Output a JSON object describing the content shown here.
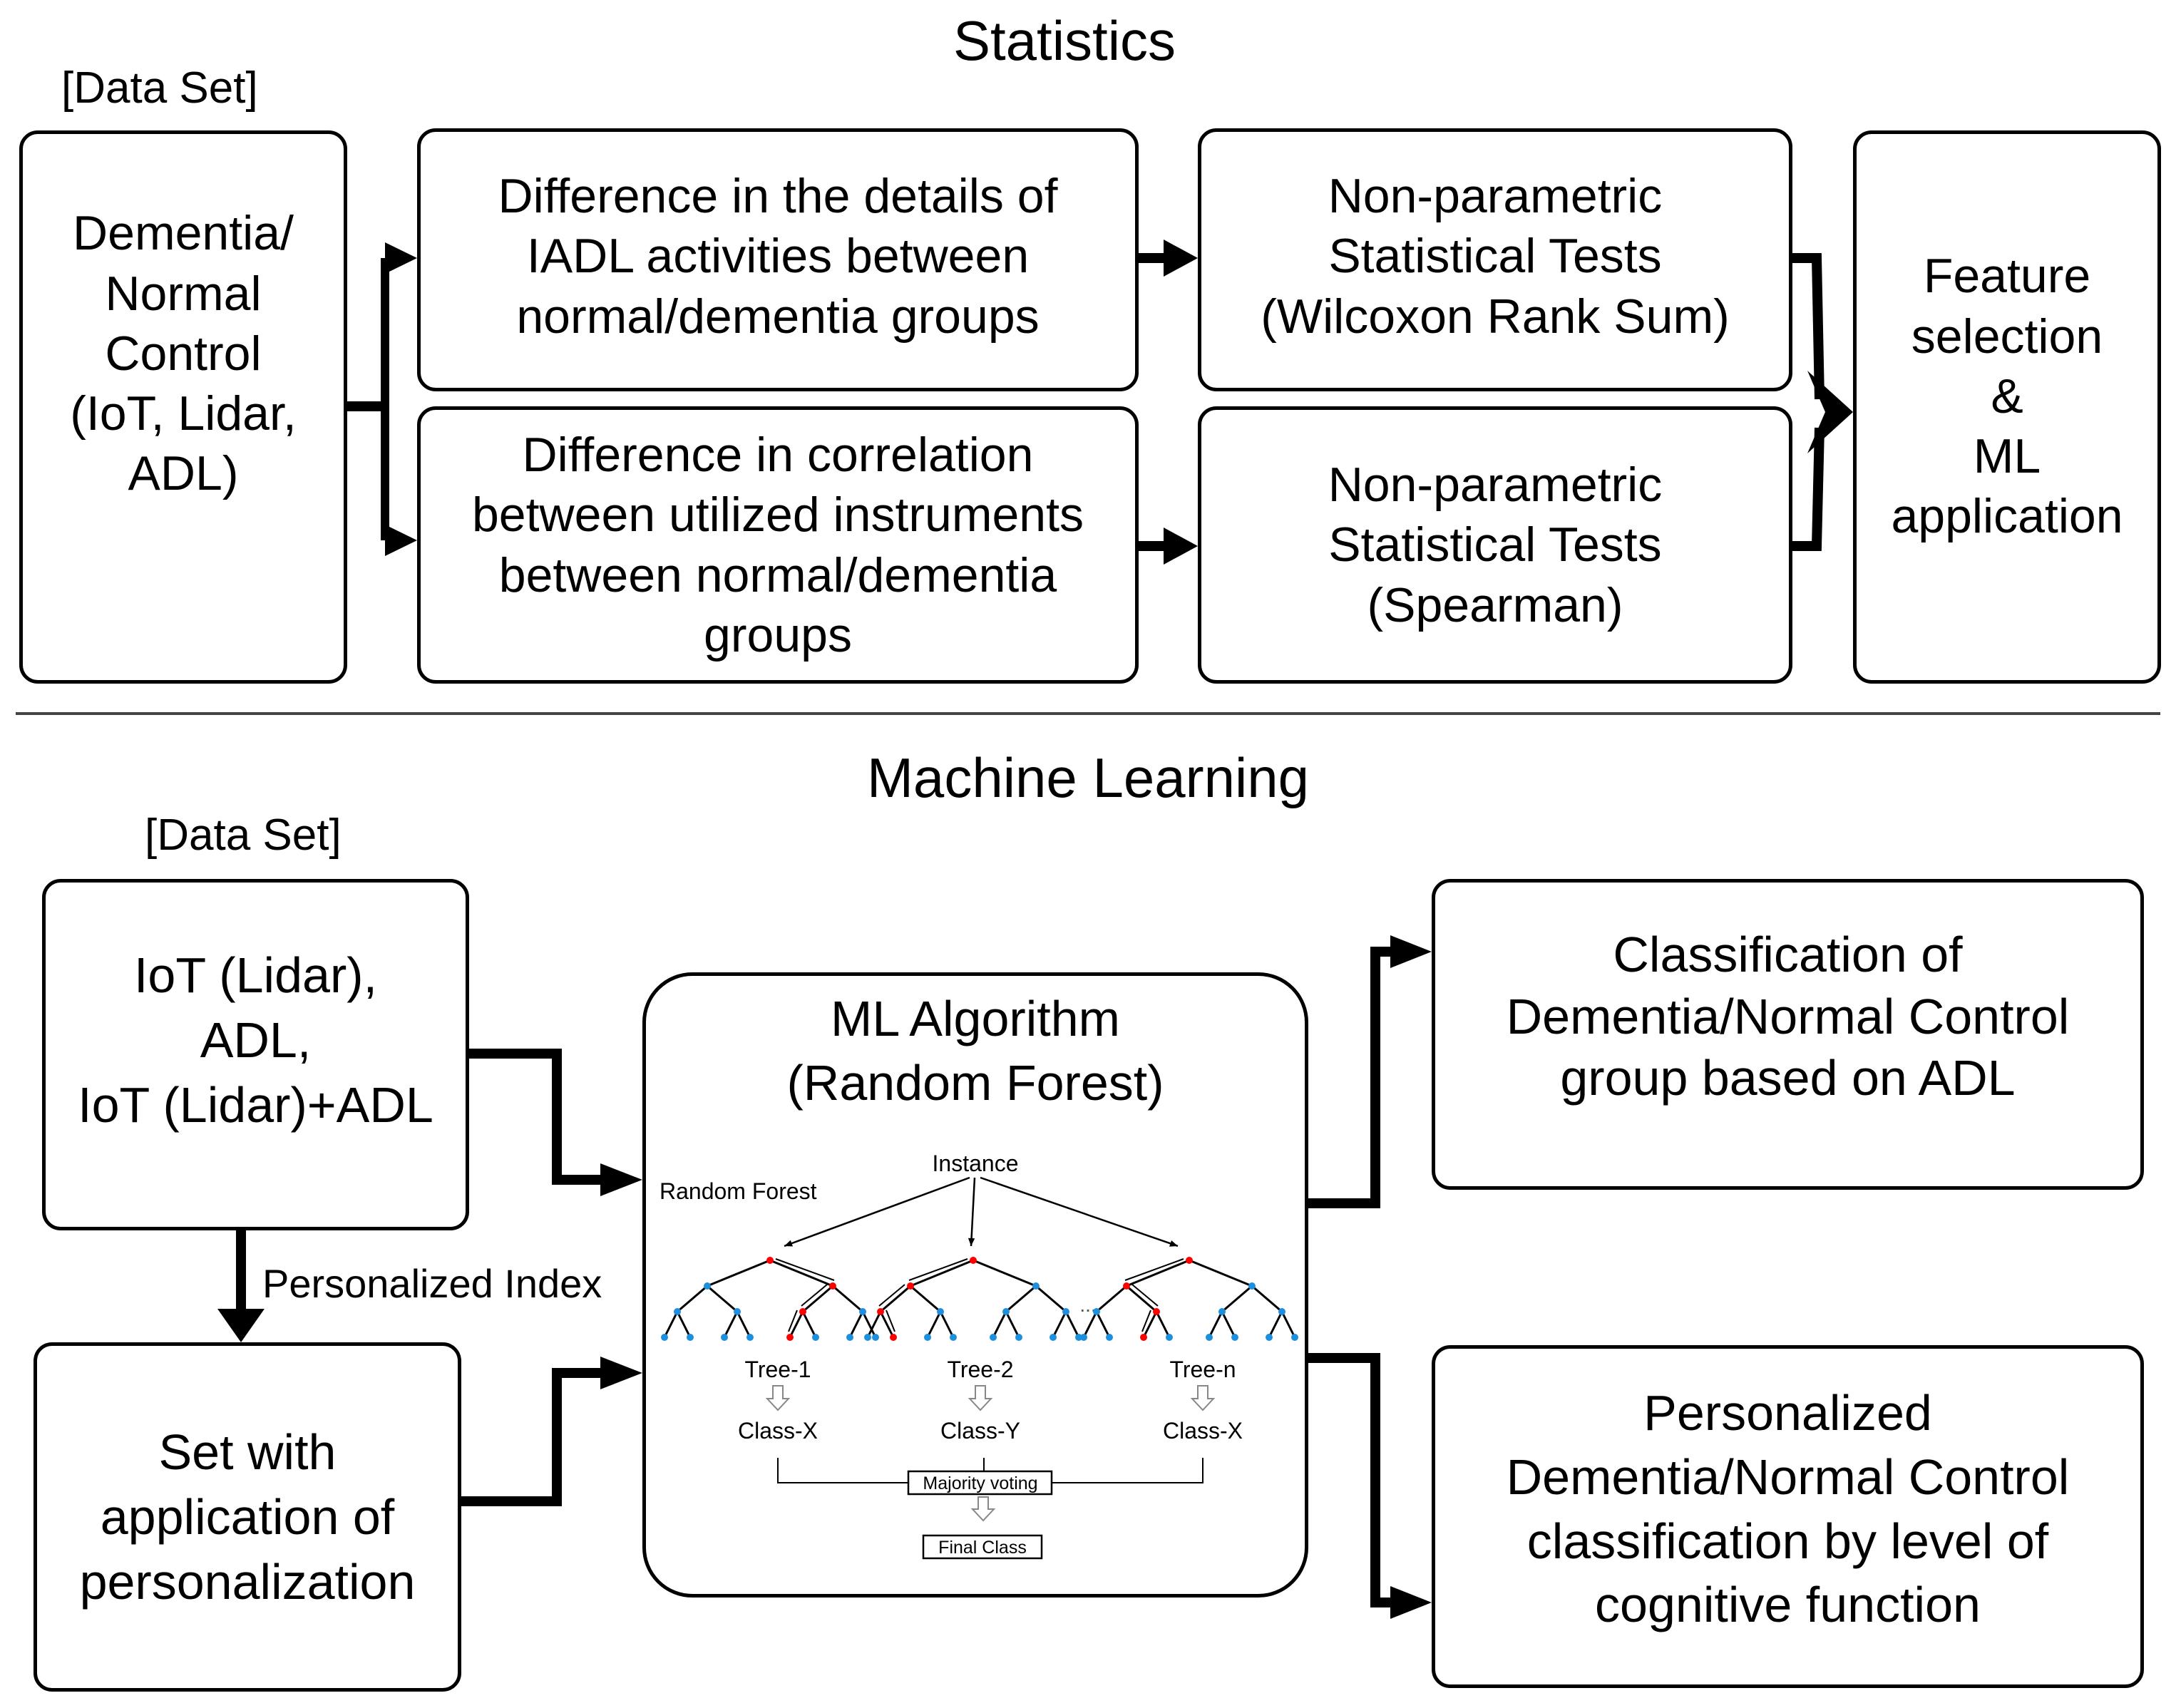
{
  "statistics": {
    "title": "Statistics",
    "dataset_label": "[Data Set]",
    "source_box": "Dementia/\nNormal\nControl\n(IoT, Lidar,\nADL)",
    "analysis_boxes": [
      "Difference in the details of\nIADL activities between\nnormal/dementia groups",
      "Difference in correlation\nbetween utilized instruments\nbetween normal/dementia\ngroups"
    ],
    "test_boxes": [
      "Non-parametric\nStatistical Tests\n(Wilcoxon Rank Sum)",
      "Non-parametric\nStatistical Tests\n(Spearman)"
    ],
    "output_box": "Feature\nselection\n&\nML\napplication"
  },
  "machine_learning": {
    "title": "Machine Learning",
    "dataset_label": "[Data Set]",
    "input_box": "IoT (Lidar),\nADL,\nIoT (Lidar)+ADL",
    "edge_label": "Personalized Index",
    "personalized_box": "Set with\napplication of\npersonalization",
    "algorithm_box": {
      "title": "ML Algorithm\n(Random Forest)",
      "inset": {
        "heading": "Random Forest",
        "instance": "Instance",
        "ellipsis": "...",
        "trees": [
          {
            "name": "Tree-1",
            "class": "Class-X"
          },
          {
            "name": "Tree-2",
            "class": "Class-Y"
          },
          {
            "name": "Tree-n",
            "class": "Class-X"
          }
        ],
        "voting": "Majority voting",
        "final": "Final Class",
        "colors": {
          "active_node": "#ff0000",
          "inactive_node": "#1e8fdc",
          "hollow_arrow": "#888888"
        }
      }
    },
    "output_boxes": [
      "Classification of\nDementia/Normal Control\ngroup based on ADL",
      "Personalized\nDementia/Normal Control\nclassification by level of\ncognitive function"
    ]
  }
}
